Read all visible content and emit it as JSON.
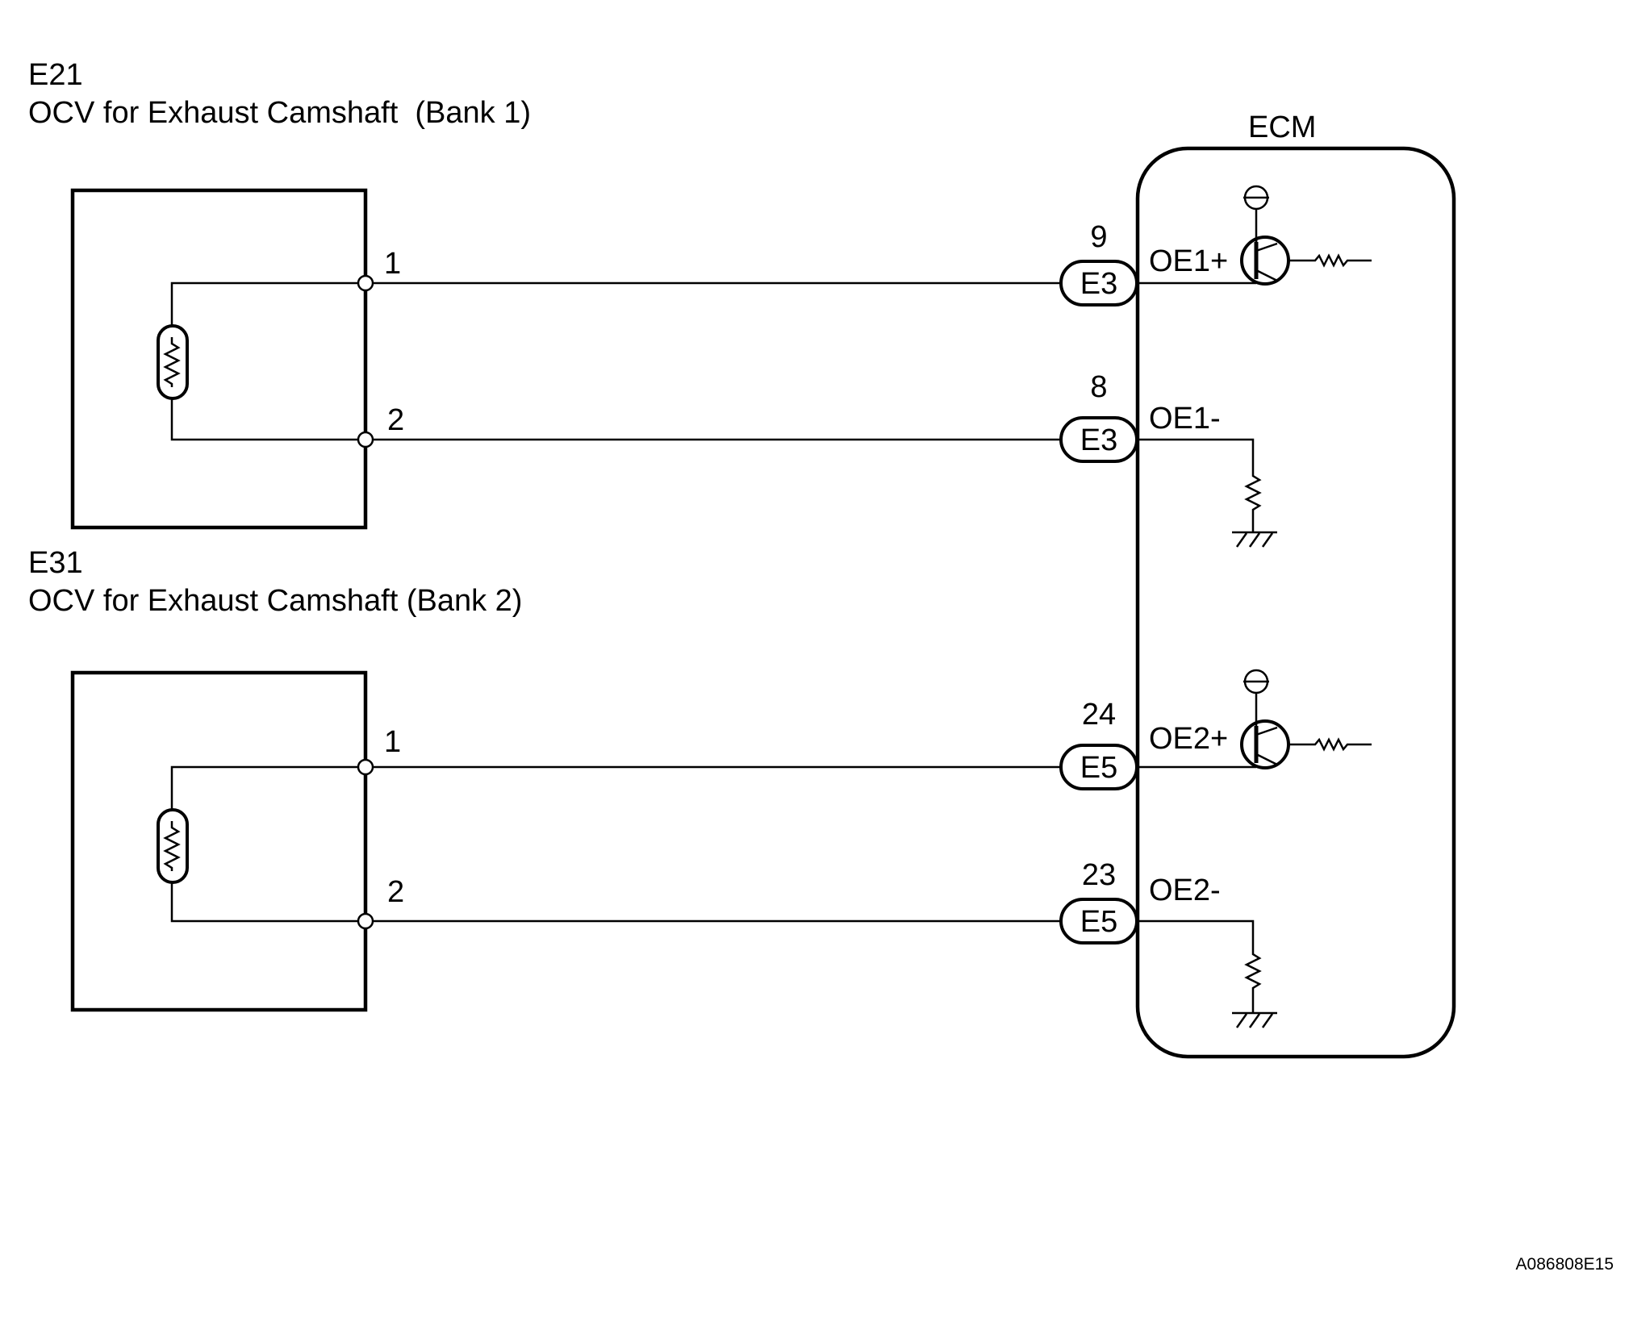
{
  "components": {
    "ocv_bank1": {
      "id": "E21",
      "name": "OCV for Exhaust Camshaft  (Bank 1)",
      "pin1": "1",
      "pin2": "2"
    },
    "ocv_bank2": {
      "id": "E31",
      "name": "OCV for Exhaust Camshaft (Bank 2)",
      "pin1": "1",
      "pin2": "2"
    },
    "ecm": {
      "name": "ECM"
    }
  },
  "connections": [
    {
      "pin_number": "9",
      "connector": "E3",
      "signal": "OE1+"
    },
    {
      "pin_number": "8",
      "connector": "E3",
      "signal": "OE1-"
    },
    {
      "pin_number": "24",
      "connector": "E5",
      "signal": "OE2+"
    },
    {
      "pin_number": "23",
      "connector": "E5",
      "signal": "OE2-"
    }
  ],
  "figure_code": "A086808E15"
}
